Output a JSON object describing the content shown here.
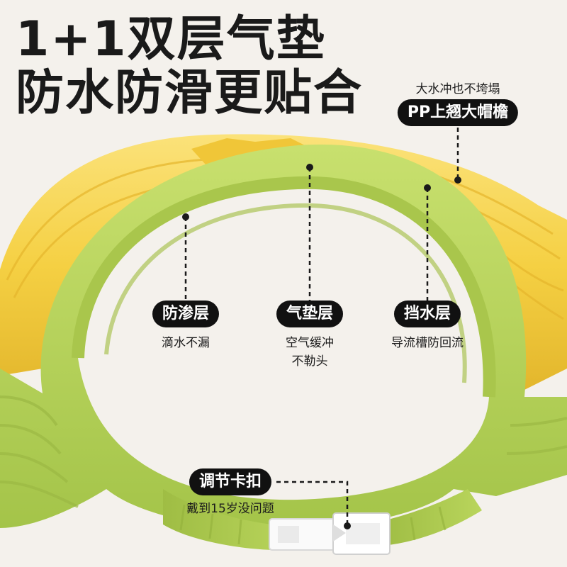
{
  "headline": {
    "line1": "1+1双层气垫",
    "line2": "防水防滑更贴合"
  },
  "brim_callout": {
    "subtitle": "大水冲也不垮塌",
    "label": "PP上翘大帽檐"
  },
  "layers": [
    {
      "label": "防渗层",
      "desc": "滴水不漏"
    },
    {
      "label": "气垫层",
      "desc_line1": "空气缓冲",
      "desc_line2": "不勒头"
    },
    {
      "label": "挡水层",
      "desc": "导流槽防回流"
    }
  ],
  "buckle_callout": {
    "label": "调节卡扣",
    "desc": "戴到15岁没问题"
  },
  "colors": {
    "background": "#f4f1ec",
    "green": "#b6d45a",
    "yellow": "#f5d043",
    "text": "#1a1a1a",
    "pill": "#111111"
  }
}
